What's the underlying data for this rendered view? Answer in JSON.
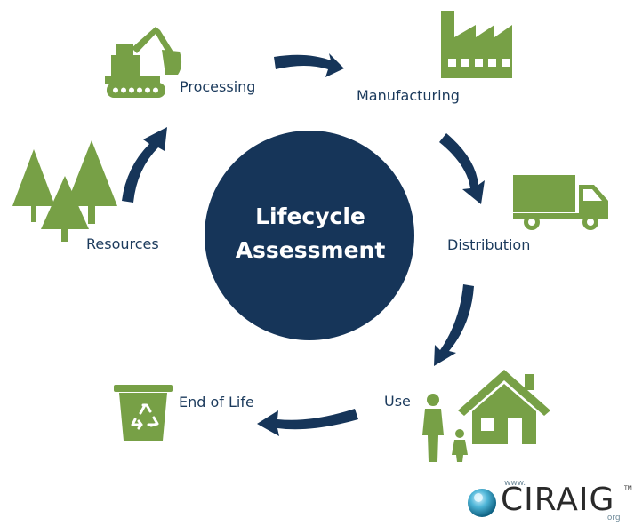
{
  "center": {
    "line1": "Lifecycle",
    "line2": "Assessment"
  },
  "stages": {
    "processing": "Processing",
    "manufacturing": "Manufacturing",
    "distribution": "Distribution",
    "use": "Use",
    "end_of_life": "End of Life",
    "resources": "Resources"
  },
  "logo": {
    "www": "www.",
    "name": "CIRAIG",
    "tm": "TM",
    "org": ".org"
  },
  "colors": {
    "green": "#77a046",
    "navy": "#163559",
    "text": "#1b3a5c"
  },
  "icons": [
    "excavator-icon",
    "factory-icon",
    "truck-icon",
    "house-icon",
    "family-icon",
    "recycle-bin-icon",
    "trees-icon",
    "ciraig-logo-icon"
  ]
}
